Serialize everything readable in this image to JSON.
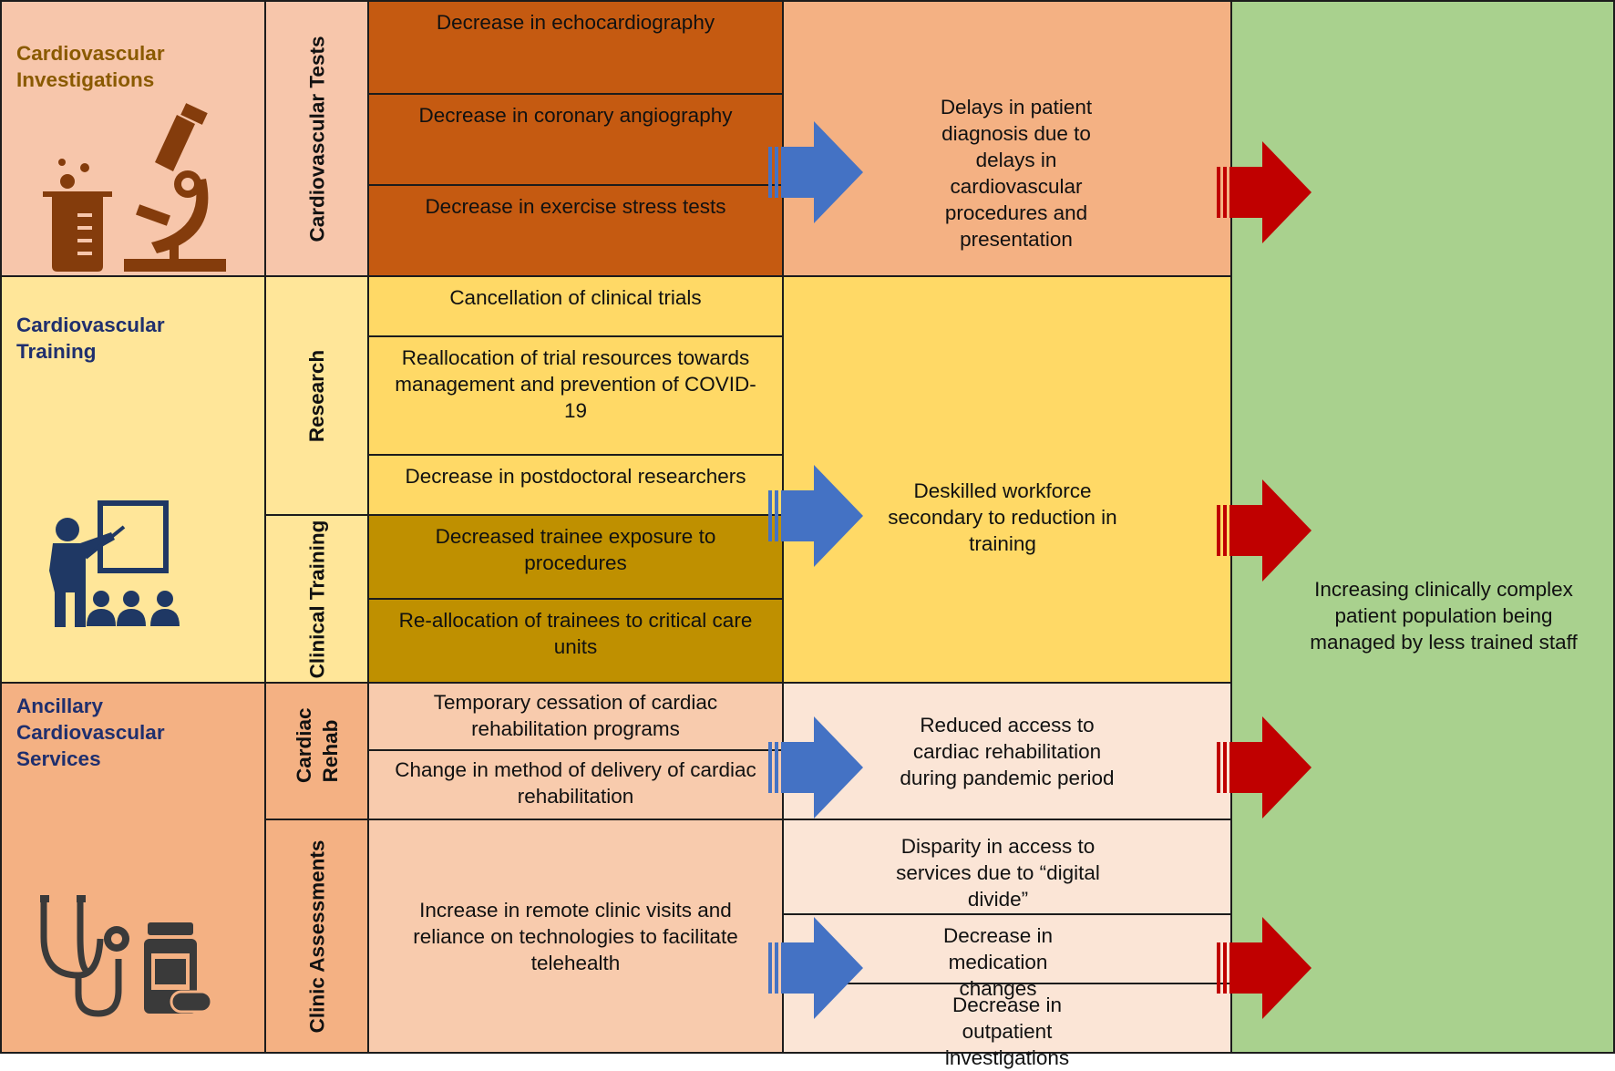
{
  "sections": {
    "investigations": {
      "title": "Cardiovascular Investigations",
      "title_color": "#8a5a00"
    },
    "training": {
      "title": "Cardiovascular Training",
      "title_color": "#1f2f6e"
    },
    "ancillary": {
      "title": "Ancillary Cardiovascular Services",
      "title_color": "#1f2f6e"
    }
  },
  "categories": {
    "tests": "Cardiovascular Tests",
    "research": "Research",
    "clinical_training": "Clinical Training",
    "cardiac_rehab": "Cardiac Rehab",
    "clinic_assessments": "Clinic Assessments"
  },
  "impacts": {
    "echo": "Decrease in echocardiography",
    "angio": "Decrease in coronary angiography",
    "stress": "Decrease in exercise stress tests",
    "trials_cancel": "Cancellation of clinical trials",
    "trials_realloc": "Reallocation of trial resources towards management and prevention of COVID-19",
    "postdoc": "Decrease in postdoctoral researchers",
    "trainee_exposure": "Decreased trainee exposure to procedures",
    "trainee_realloc": "Re-allocation of trainees to critical care units",
    "rehab_cessation": "Temporary cessation of cardiac rehabilitation programs",
    "rehab_delivery": "Change in method of delivery of cardiac rehabilitation",
    "remote_visits": "Increase in remote clinic visits and reliance on technologies to facilitate telehealth"
  },
  "consequences": {
    "diagnosis_delay": "Delays in patient diagnosis due to delays in cardiovascular procedures and presentation",
    "deskilled": "Deskilled workforce secondary to reduction in training",
    "rehab_access": "Reduced access to cardiac rehabilitation during pandemic period",
    "digital_divide": "Disparity in access to services due to “digital divide”",
    "medication": "Decrease in medication changes",
    "outpatient": "Decrease in outpatient investigations"
  },
  "outcome": "Increasing clinically complex patient population being managed by less trained staff",
  "icons": {
    "investigations": "lab-microscope-icon",
    "training": "teacher-presentation-icon",
    "ancillary": "stethoscope-medication-icon"
  },
  "colors": {
    "investigations_bg": "#f7c6ab",
    "investigations_dark": "#c55a11",
    "investigations_right": "#f4b183",
    "training_bg": "#ffe699",
    "training_mid": "#ffd966",
    "training_dark": "#bf9000",
    "ancillary_bg": "#f4b183",
    "ancillary_mid": "#f8cbad",
    "ancillary_light": "#fbe5d6",
    "outcome_bg": "#a9d18e",
    "arrow_blue": "#4472c4",
    "arrow_red": "#c00000",
    "icon_brown": "#843c0c",
    "icon_navy": "#1f3864",
    "icon_dark": "#3a3a3a"
  }
}
